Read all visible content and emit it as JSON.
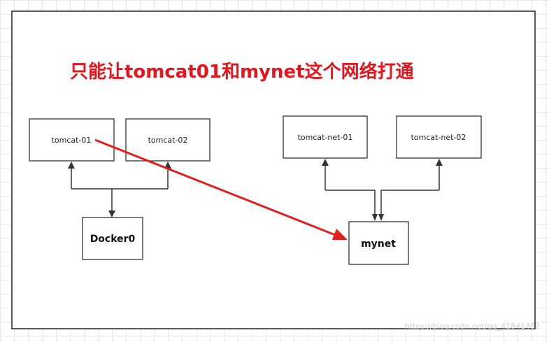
{
  "title": "只能让tomcat01和mynet这个网络打通",
  "colors": {
    "title": "#e8141b",
    "highlight_arrow": "#e02020",
    "connector": "#333333"
  },
  "nodes": {
    "tomcat01": "tomcat-01",
    "tomcat02": "tomcat-02",
    "docker0": "Docker0",
    "tomcatnet01": "tomcat-net-01",
    "tomcatnet02": "tomcat-net-02",
    "mynet": "mynet"
  },
  "watermark": "https://blog.csdn.net/qq_41841482"
}
